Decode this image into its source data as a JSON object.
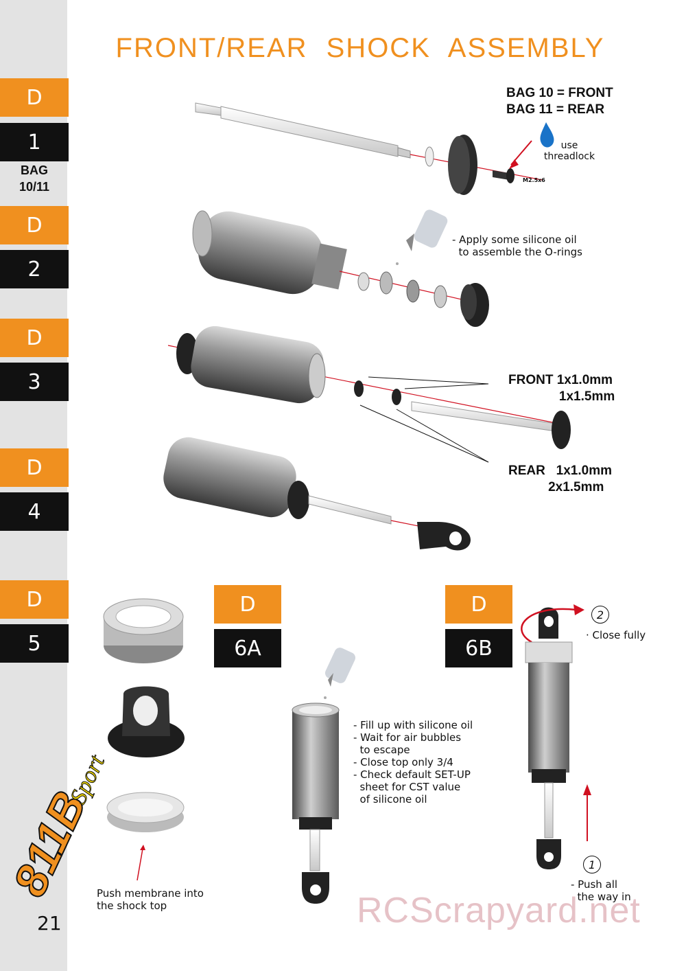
{
  "title": "FRONT/REAR SHOCK ASSEMBLY",
  "page_number": "21",
  "brand_logo_text": "811B Sport",
  "watermark": "RCScrapyard.net",
  "bag_label": "BAG\n10/11",
  "steps": [
    {
      "letter": "D",
      "number": "1"
    },
    {
      "letter": "D",
      "number": "2"
    },
    {
      "letter": "D",
      "number": "3"
    },
    {
      "letter": "D",
      "number": "4"
    },
    {
      "letter": "D",
      "number": "5"
    },
    {
      "letter": "D",
      "number": "6A"
    },
    {
      "letter": "D",
      "number": "6B"
    }
  ],
  "bag_info": {
    "front": "BAG 10 = FRONT",
    "rear": "BAG 11 = REAR"
  },
  "threadlock": "use\nthreadlock",
  "screw_label": "M2.5x6",
  "oring_note": "- Apply some silicone oil\n  to assemble the O-rings",
  "washer_front": "FRONT 1x1.0mm\n              1x1.5mm",
  "washer_rear": "REAR   1x1.0mm\n           2x1.5mm",
  "membrane_note": "Push membrane into\nthe shock top",
  "fill_note": "- Fill up with silicone oil\n- Wait for air bubbles\n  to escape\n- Close top only 3/4\n- Check default SET-UP\n  sheet for CST value\n  of silicone oil",
  "close_step": {
    "num": "2",
    "text": "· Close fully"
  },
  "push_step": {
    "num": "1",
    "text": "- Push all\n  the way in"
  },
  "colors": {
    "orange": "#f0901f",
    "black": "#111111",
    "sidebar": "#e3e3e3",
    "red": "#d01020"
  }
}
